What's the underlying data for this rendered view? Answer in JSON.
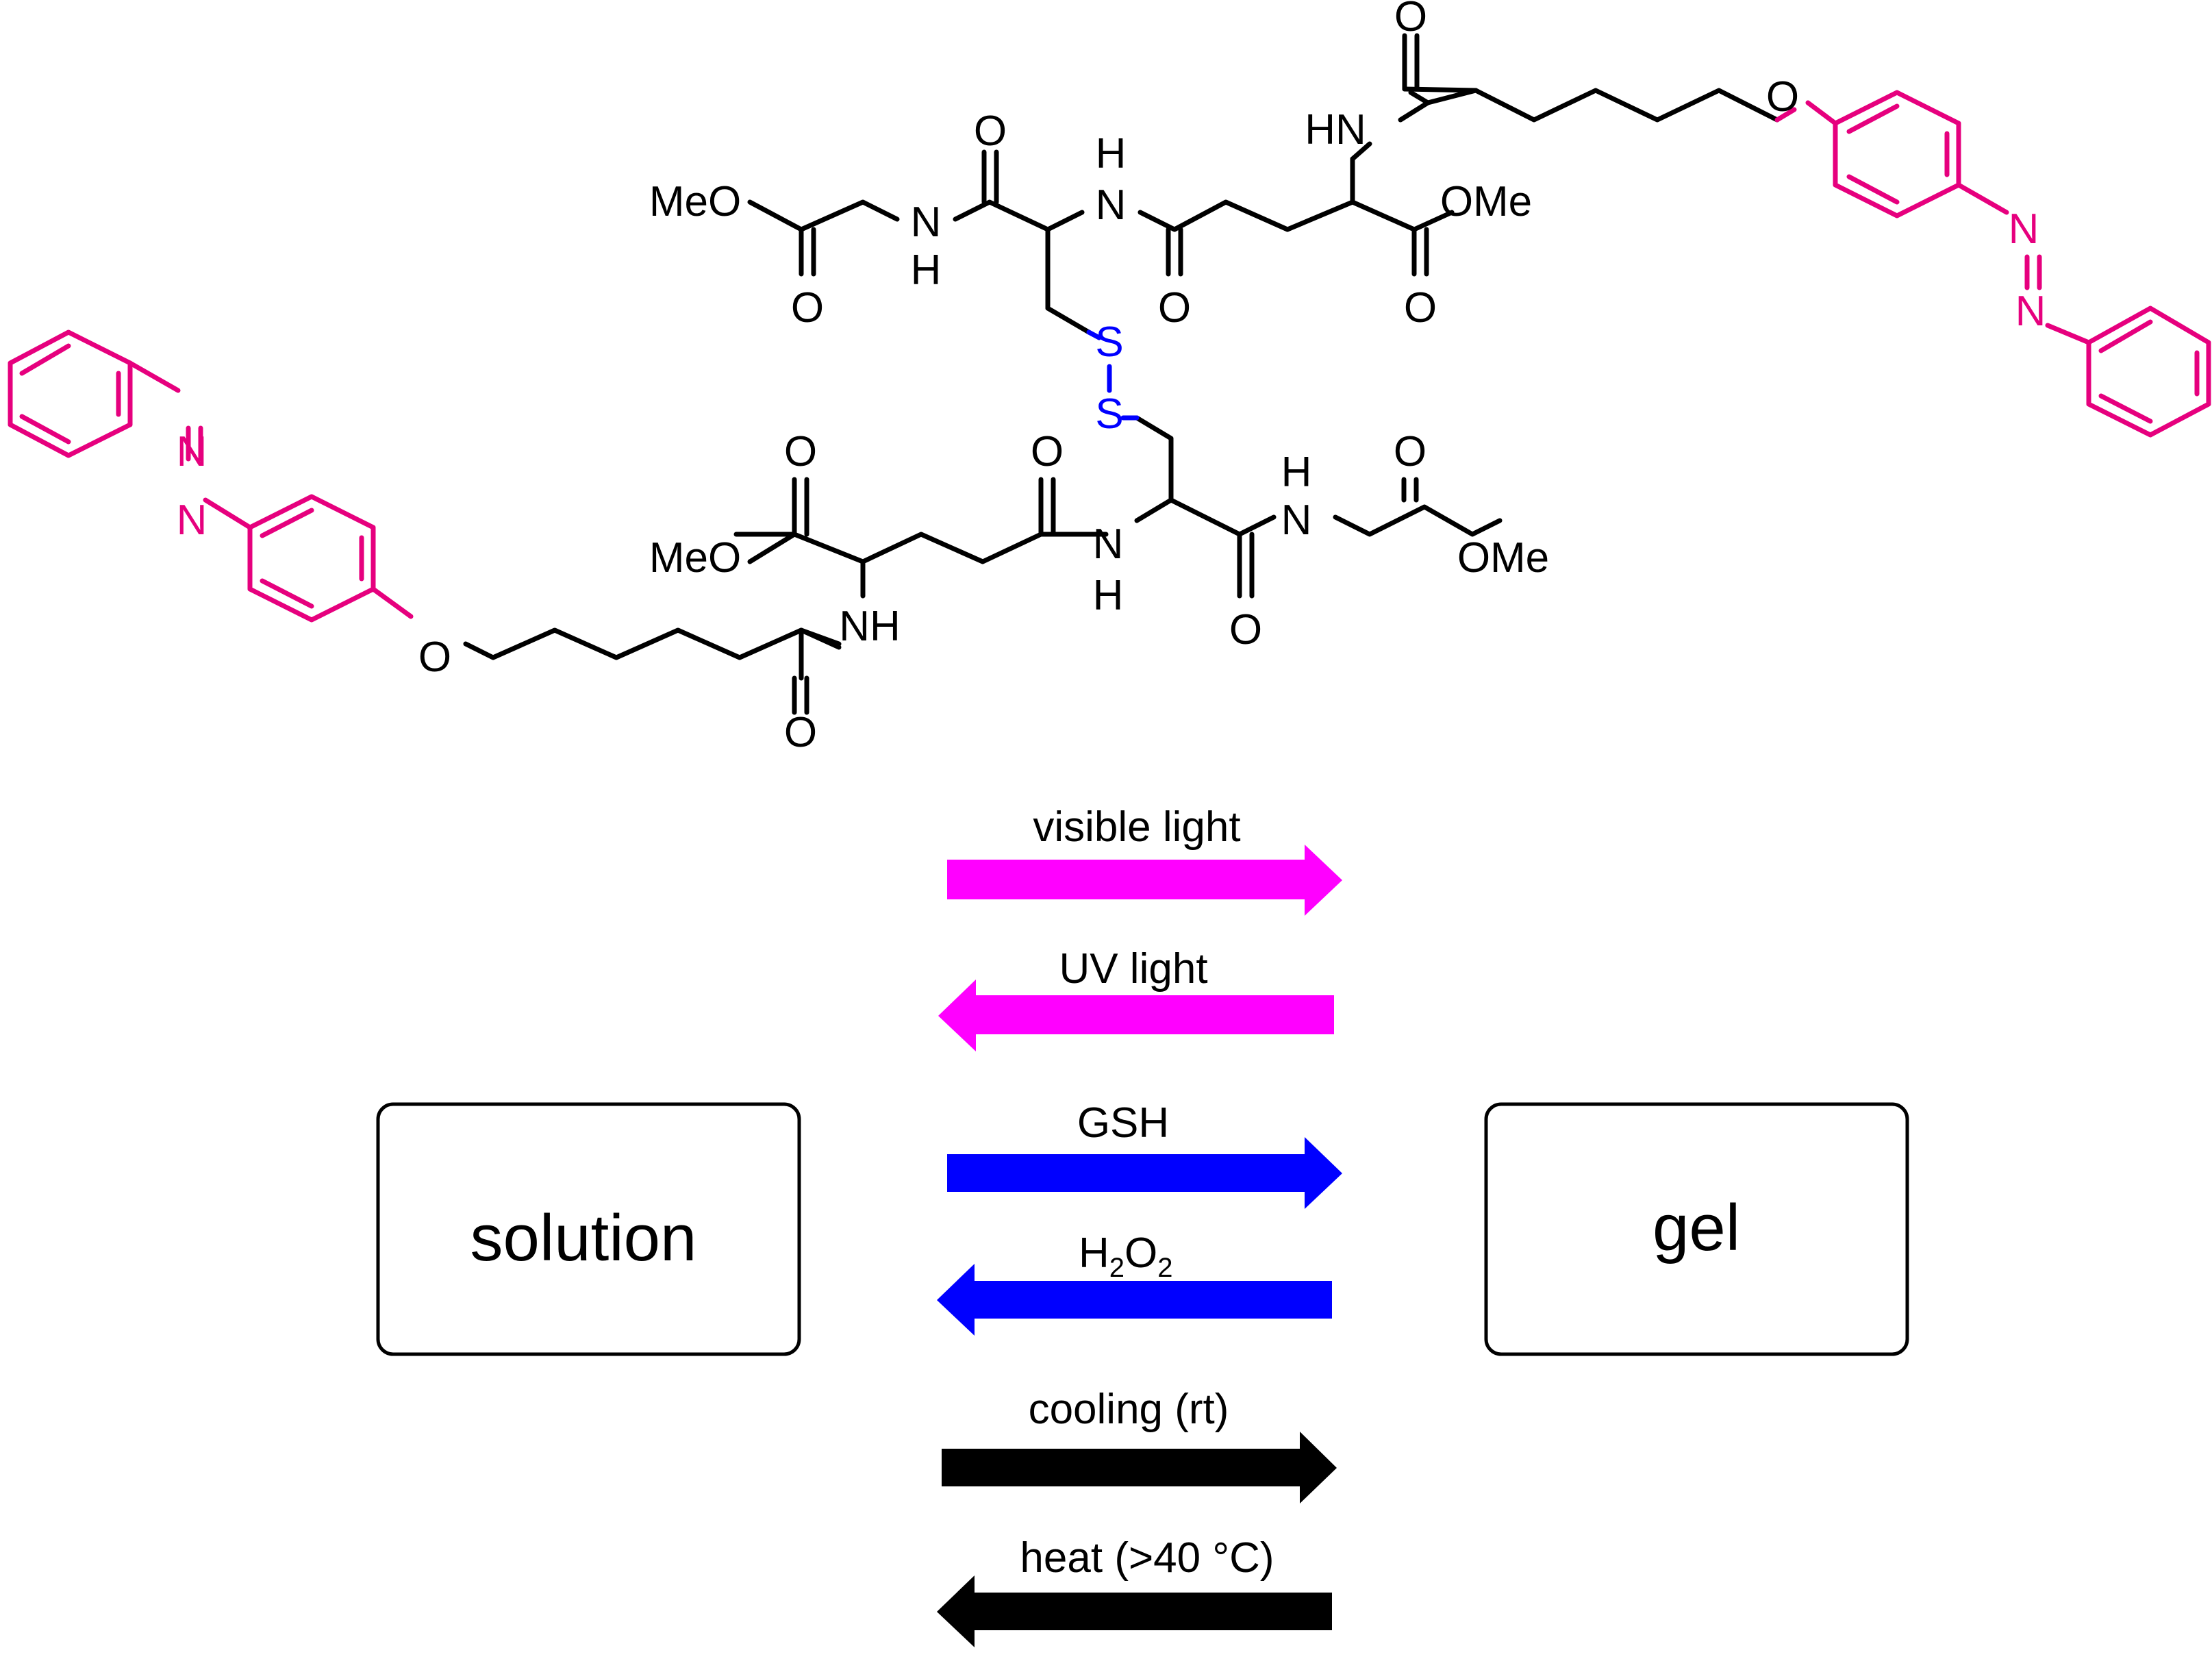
{
  "molecule": {
    "atoms": {
      "top_meo": "MeO",
      "top_o_ester1": "O",
      "top_nh_gly": "N",
      "top_nh_gly_h": "H",
      "top_o_amide1": "O",
      "top_nh_cys_h": "H",
      "top_nh_cys": "N",
      "top_o_amide2": "O",
      "top_ome": "OMe",
      "top_o_ester2": "O",
      "top_hn": "HN",
      "top_o_amide3": "O",
      "top_o_ether": "O",
      "top_azo_n1": "N",
      "top_azo_n2": "N",
      "s1": "S",
      "s2": "S",
      "bot_o_ester1": "O",
      "bot_meo": "MeO",
      "bot_nh": "NH",
      "bot_o_amide1": "O",
      "bot_o_amide2": "O",
      "bot_nh_cys": "N",
      "bot_nh_cys_h": "H",
      "bot_o_amide3": "O",
      "bot_nh_gly_h": "H",
      "bot_nh_gly": "N",
      "bot_o_ester2": "O",
      "bot_ome": "OMe",
      "bot_o_ether": "O",
      "bot_azo_n1": "N",
      "bot_azo_n2": "N"
    }
  },
  "states": {
    "left": "solution",
    "right": "gel"
  },
  "stimuli": [
    {
      "label": "visible light",
      "direction": "forward",
      "color": "#ff00ff"
    },
    {
      "label": "UV light",
      "direction": "reverse",
      "color": "#ff00ff"
    },
    {
      "label": "GSH",
      "direction": "forward",
      "color": "#0000ff"
    },
    {
      "label_main": "H",
      "label_sub1": "2",
      "label_mid": "O",
      "label_sub2": "2",
      "direction": "reverse",
      "color": "#0000ff"
    },
    {
      "label": "cooling (rt)",
      "direction": "forward",
      "color": "#000000"
    },
    {
      "label": "heat (>40 °C)",
      "direction": "reverse",
      "color": "#000000"
    }
  ],
  "colors": {
    "azobenzene": "#e6007e",
    "disulfide": "#0000ff",
    "bond": "#000000"
  }
}
